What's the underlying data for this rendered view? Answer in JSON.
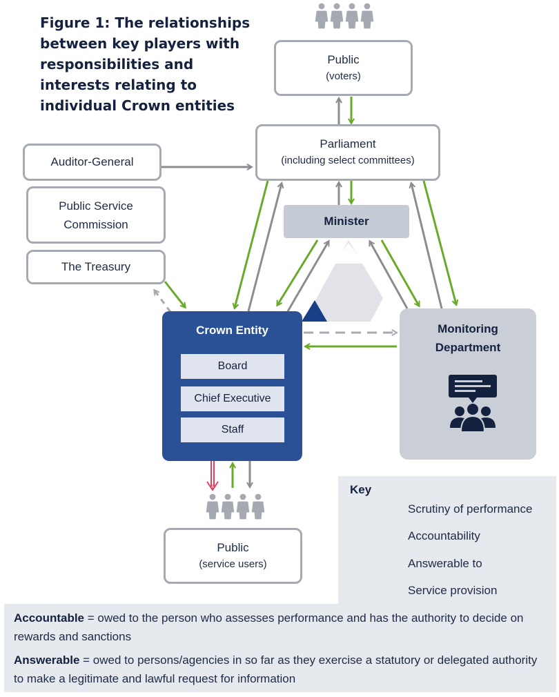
{
  "title": "Figure 1: The relationships between key players with responsibilities and interests relating to individual Crown entities",
  "nodes": {
    "public_voters": {
      "label": "Public",
      "sub": "(voters)"
    },
    "parliament": {
      "label": "Parliament",
      "sub": "(including select committees)"
    },
    "auditor_general": {
      "label": "Auditor-General"
    },
    "psc": {
      "label": "Public Service Commission"
    },
    "treasury": {
      "label": "The Treasury"
    },
    "minister": {
      "label": "Minister"
    },
    "crown_entity": {
      "label": "Crown Entity",
      "parts": [
        "Board",
        "Chief Executive",
        "Staff"
      ]
    },
    "monitoring_department": {
      "label": "Monitoring Department"
    },
    "public_users": {
      "label": "Public",
      "sub": "(service users)"
    }
  },
  "key": {
    "heading": "Key",
    "items": [
      {
        "label": "Scrutiny of performance",
        "color": "#6aaa2a",
        "style": "solid"
      },
      {
        "label": "Accountability",
        "color": "#8a8c91",
        "style": "solid"
      },
      {
        "label": "Answerable to",
        "color": "#14223f",
        "style": "dashed"
      },
      {
        "label": "Service provision",
        "color": "#e0405a",
        "style": "double"
      }
    ]
  },
  "definitions": [
    {
      "term": "Accountable",
      "text": " = owed to the person who assesses performance and has the authority to decide on rewards and sanctions"
    },
    {
      "term": "Answerable",
      "text": " = owed to persons/agencies in so far as they exercise a statutory or delegated authority to make a legitimate and lawful request for information"
    }
  ],
  "colors": {
    "scrutiny": "#6aaa2a",
    "accountability": "#8a8c91",
    "answerable": "#14223f",
    "service": "#e0405a",
    "crown_blue": "#2a5196",
    "monitor_grey": "#c9ced7",
    "minister_grey": "#c5ccd6"
  },
  "icons": [
    "people-group-icon",
    "presentation-audience-icon",
    "triangle-icon"
  ]
}
